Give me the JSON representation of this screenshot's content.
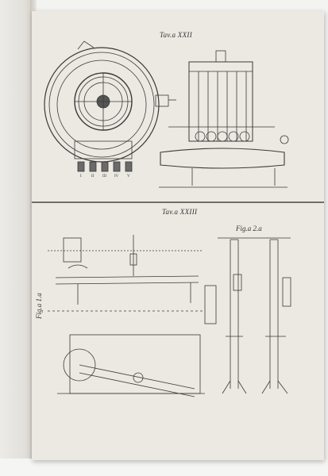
{
  "page": {
    "plate_xxii_title": "Tav.a XXII",
    "plate_xxiii_title": "Tav.a XXIII",
    "fig1_label": "Fig.a 1.a",
    "fig2_label": "Fig.a 2.a",
    "dial_roman_numerals": [
      "I",
      "II",
      "III",
      "IV",
      "V"
    ]
  }
}
